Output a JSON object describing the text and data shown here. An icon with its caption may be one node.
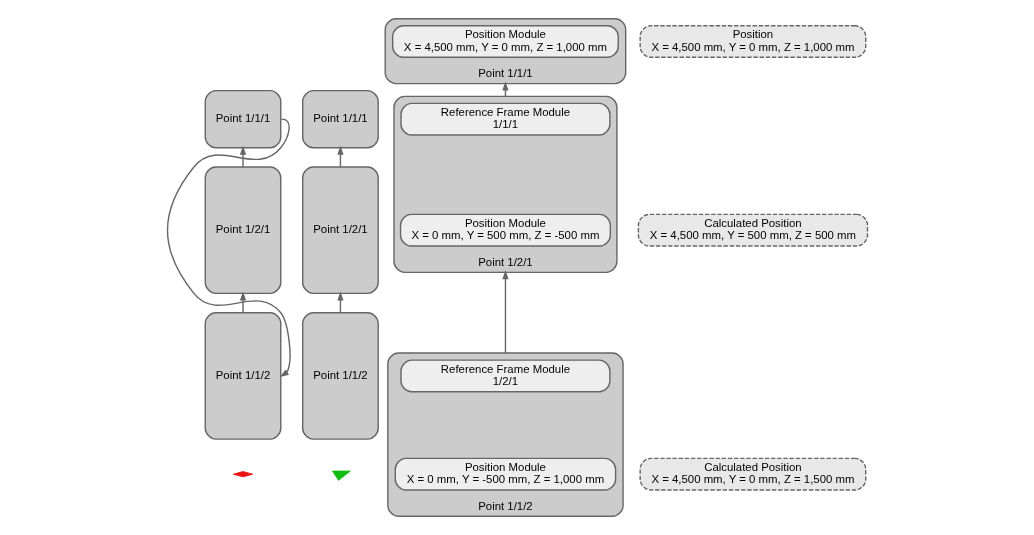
{
  "diagram": {
    "nodes": [
      {
        "text": [
          "Point 1/1/1"
        ]
      },
      {
        "text": [
          "Point 1/1/1"
        ]
      },
      {
        "text": [
          "Point 1/1/1"
        ]
      },
      {
        "text": [
          "Position Module",
          "X = 4,500 mm, Y = 0 mm, Z = 1,000 mm"
        ],
        "in": 2
      },
      {
        "text": [
          "Position",
          "X = 4,500 mm, Y = 0 mm, Z = 1,000 mm"
        ]
      },
      {
        "text": [
          "Point 1/2/1"
        ]
      },
      {
        "text": [
          "Point 1/2/1"
        ]
      },
      {
        "text": [
          "Point 1/2/1"
        ]
      },
      {
        "text": [
          "Reference Frame Module",
          "1/1/1"
        ],
        "in": 7
      },
      {
        "text": [
          "Position Module",
          "X = 0 mm, Y = 500 mm, Z = -500 mm"
        ],
        "in": 7
      },
      {
        "text": [
          "Calculated Position",
          "X = 4,500 mm, Y = 500 mm, Z = 500 mm"
        ]
      },
      {
        "text": [
          "Point 1/1/2"
        ]
      },
      {
        "text": [
          "Point 1/1/2"
        ]
      },
      {
        "text": [
          "Point 1/1/2"
        ]
      },
      {
        "text": [
          "Reference Frame Module",
          "1/2/1"
        ],
        "in": 13
      },
      {
        "text": [
          "Position Module",
          "X = 0 mm, Y = -500 mm, Z = 1,000 mm"
        ],
        "in": 13
      },
      {
        "text": [
          "Calculated Position",
          "X = 4,500 mm, Y = 0 mm, Z = 1,500 mm"
        ]
      },
      {
        "text": [],
        "shape": "cross"
      },
      {
        "text": [],
        "shape": "check"
      }
    ],
    "edges": [
      {
        "from": 5,
        "to": 0,
        "arrow": "to"
      },
      {
        "from": 11,
        "to": 5,
        "arrow": "to"
      },
      {
        "from": 0,
        "to": 11,
        "arrow": "to"
      },
      {
        "from": 6,
        "to": 1,
        "arrow": "to"
      },
      {
        "from": 12,
        "to": 6,
        "arrow": "to"
      },
      {
        "from": 7,
        "to": 2,
        "arrow": "to"
      },
      {
        "from": 13,
        "to": 7,
        "arrow": "to"
      }
    ]
  }
}
